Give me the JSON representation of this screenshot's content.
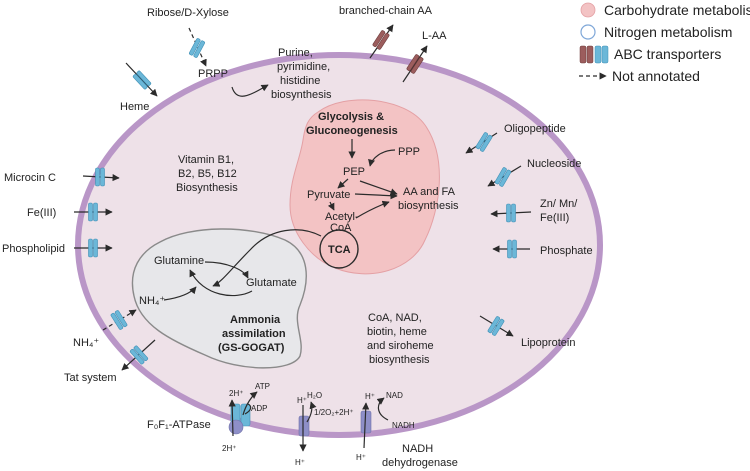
{
  "legend": {
    "carbohydrate": "Carbohydrate metabolism",
    "nitrogen": "Nitrogen metabolism",
    "abc": "ABC transporters",
    "not_annotated": "Not annotated"
  },
  "colors": {
    "carbohydrate": "#f3c3c4",
    "nitrogen": "#e7e7ea",
    "nitrogen_legend_ring": "#7fa7d8",
    "cell_fill": "#eee1e8",
    "cell_wall": "#b996c7",
    "abc_red": "#9c5d5d",
    "abc_blue": "#6bb7d8",
    "atpase_purple": "#8e8fc8"
  },
  "transporters": {
    "ribose": "Ribose/D-Xylose",
    "bcaa": "branched-chain AA",
    "laa": "L-AA",
    "heme": "Heme",
    "microcin": "Microcin C",
    "fe3": "Fe(III)",
    "phospholipid": "Phospholipid",
    "nh4_out": "NH₄⁺",
    "tat": "Tat system",
    "oligopeptide": "Oligopeptide",
    "nucleoside": "Nucleoside",
    "znmnfe_1": "Zn/ Mn/",
    "znmnfe_2": "Fe(III)",
    "phosphate": "Phosphate",
    "lipoprotein": "Lipoprotein"
  },
  "inside": {
    "prpp": "PRPP",
    "purine_1": "Purine,",
    "purine_2": "pyrimidine,",
    "purine_3": "histidine",
    "purine_4": "biosynthesis",
    "vitamin_1": "Vitamin B1,",
    "vitamin_2": "B2, B5, B12",
    "vitamin_3": "Biosynthesis",
    "glyco_1": "Glycolysis &",
    "glyco_2": "Gluconeogenesis",
    "pep": "PEP",
    "ppp": "PPP",
    "pyruvate": "Pyruvate",
    "acetyl_1": "Acetyl-",
    "acetyl_2": "CoA",
    "tca": "TCA",
    "aafa_1": "AA and FA",
    "aafa_2": "biosynthesis",
    "glutamine": "Glutamine",
    "glutamate": "Glutamate",
    "nh4_in": "NH₄⁺",
    "ammonia_1": "Ammonia",
    "ammonia_2": "assimilation",
    "ammonia_3": "(GS-GOGAT)",
    "coa_1": "CoA, NAD,",
    "coa_2": "biotin, heme",
    "coa_3": "and siroheme",
    "coa_4": "biosynthesis"
  },
  "bottom": {
    "atpase_label": "F₀F₁-ATPase",
    "h2_top": "2H⁺",
    "atp": "ATP",
    "adp": "ADP",
    "h2_bottom": "2H⁺",
    "h2o": "H₂O",
    "h_in": "H⁺",
    "half_o2": "1/2O₂+2H⁺",
    "h_out": "H⁺",
    "nadh_h_top": "H⁺",
    "nad": "NAD",
    "nadh": "NADH",
    "nadh_h_bottom": "H⁺",
    "nadh_dh_1": "NADH",
    "nadh_dh_2": "dehydrogenase"
  }
}
